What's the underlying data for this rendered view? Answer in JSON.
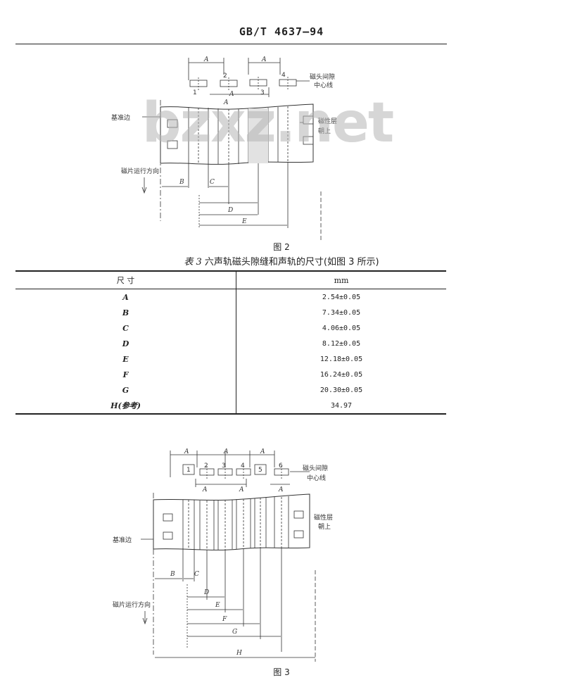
{
  "header": {
    "standard_code": "GB/T 4637—94"
  },
  "figure2": {
    "caption": "图 2",
    "head_numbers": [
      "1",
      "2",
      "3",
      "4"
    ],
    "dim_letters": {
      "top_a1": "A",
      "top_a2": "A",
      "gap_a1": "A",
      "gap_a2": "A",
      "B": "B",
      "C": "C",
      "D": "D",
      "E": "E"
    },
    "labels": {
      "reference_edge": "基准边",
      "direction": "磁片运行方向",
      "centerline_line1": "磁头间隙",
      "centerline_line2": "中心线",
      "magnetic_side_line1": "磁性层",
      "magnetic_side_line2": "朝上"
    }
  },
  "table": {
    "title_prefix": "表 3",
    "title_text": "六声轨磁头隙缝和声轨的尺寸(如图 3 所示)",
    "header_dim": "尺    寸",
    "header_unit": "mm",
    "rows": [
      {
        "dim": "A",
        "value": "2.54±0.05"
      },
      {
        "dim": "B",
        "value": "7.34±0.05"
      },
      {
        "dim": "C",
        "value": "4.06±0.05"
      },
      {
        "dim": "D",
        "value": "8.12±0.05"
      },
      {
        "dim": "E",
        "value": "12.18±0.05"
      },
      {
        "dim": "F",
        "value": "16.24±0.05"
      },
      {
        "dim": "G",
        "value": "20.30±0.05"
      },
      {
        "dim": "H(参考)",
        "value": "34.97"
      }
    ]
  },
  "figure3": {
    "caption": "图 3",
    "head_numbers": [
      "1",
      "2",
      "3",
      "4",
      "5",
      "6"
    ],
    "dim_letters": {
      "top_a1": "A",
      "top_a2": "A",
      "top_a3": "A",
      "gap_a1": "A",
      "gap_a2": "A",
      "gap_a3": "A",
      "B": "B",
      "C": "C",
      "D": "D",
      "E": "E",
      "F": "F",
      "G": "G",
      "H": "H"
    },
    "labels": {
      "reference_edge": "基准边",
      "direction": "磁片运行方向",
      "centerline_line1": "磁头间隙",
      "centerline_line2": "中心线",
      "magnetic_side_line1": "磁性层",
      "magnetic_side_line2": "朝上"
    }
  },
  "watermark": "bzxz.net"
}
